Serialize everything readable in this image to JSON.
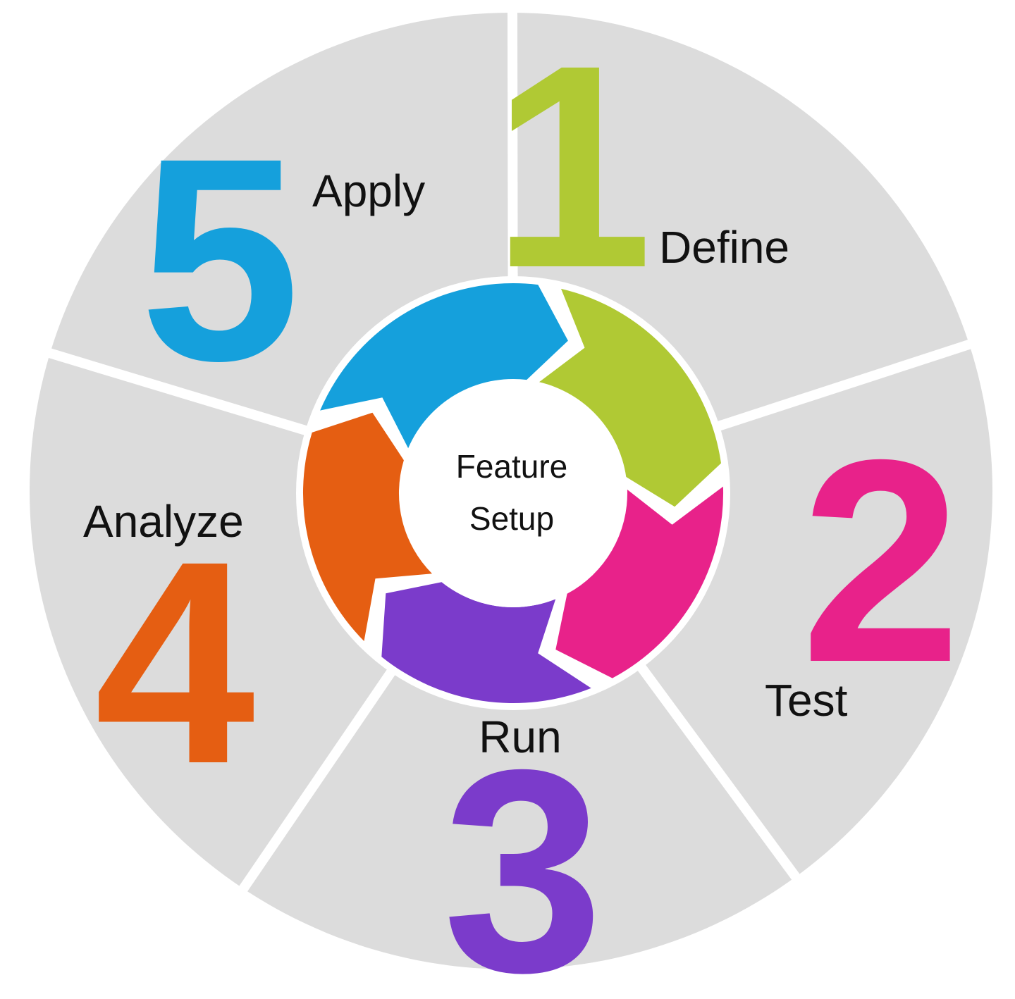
{
  "diagram": {
    "center_label_line1": "Feature",
    "center_label_line2": "Setup",
    "background_color": "#ffffff",
    "disc_color": "#dcdcdc",
    "divider_color": "#ffffff",
    "steps": [
      {
        "number": "1",
        "label": "Define",
        "color": "#b0c934"
      },
      {
        "number": "2",
        "label": "Test",
        "color": "#e8228a"
      },
      {
        "number": "3",
        "label": "Run",
        "color": "#7b3bcb"
      },
      {
        "number": "4",
        "label": "Analyze",
        "color": "#e55e12"
      },
      {
        "number": "5",
        "label": "Apply",
        "color": "#15a0dc"
      }
    ]
  }
}
